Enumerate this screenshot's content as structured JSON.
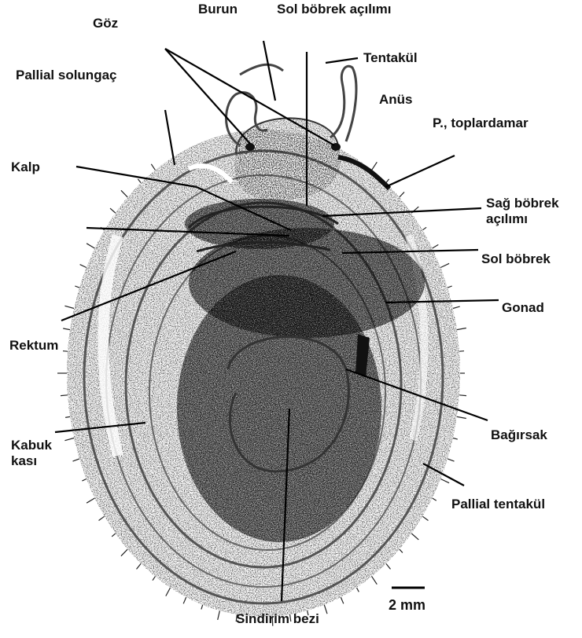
{
  "labels": {
    "goz": "Göz",
    "burun": "Burun",
    "sol_bobrek_acilimi": "Sol böbrek açılımı",
    "tentakul": "Tentakül",
    "pallial_solungac": "Pallial solungaç",
    "anus": "Anüs",
    "p_toplardamar": "P., toplardamar",
    "kalp": "Kalp",
    "sag_bobrek_line1": "Sağ böbrek",
    "sag_bobrek_line2": "açılımı",
    "sol_bobrek": "Sol böbrek",
    "gonad": "Gonad",
    "rektum": "Rektum",
    "kabuk_line1": "Kabuk",
    "kabuk_line2": "kası",
    "bagirsak": "Bağırsak",
    "pallial_tentakul": "Pallial tentakül",
    "sindirim_bezi": "Sindirim bezi"
  },
  "scale_bar": {
    "label": "2 mm"
  }
}
